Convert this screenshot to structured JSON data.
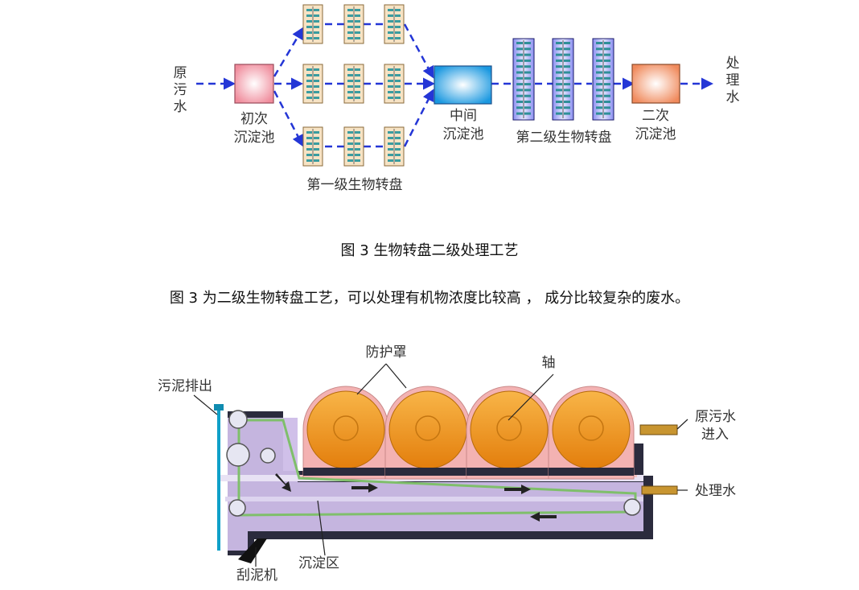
{
  "figure3": {
    "raw_water": "原污水",
    "primary_tank": [
      "初次",
      "沉淀池"
    ],
    "stage1_label": "第一级生物转盘",
    "intermediate_tank": [
      "中间",
      "沉淀池"
    ],
    "stage2_label": "第二级生物转盘",
    "secondary_tank": [
      "二次",
      "沉淀池"
    ],
    "treated_water": "处理水",
    "caption": "图 3  生物转盘二级处理工艺"
  },
  "description": "图 3 为二级生物转盘工艺，可以处理有机物浓度比较高 ， 成分比较复杂的废水。",
  "figure4": {
    "cover_label": "防护罩",
    "shaft_label": "轴",
    "sludge_out_label": "污泥排出",
    "inflow_label": [
      "原污水",
      "进入"
    ],
    "outflow_label": "处理水",
    "settling_zone_label": "沉淀区",
    "scraper_label": "刮泥机"
  },
  "colors": {
    "flow_arrow": "#2436d6",
    "primary_tank": "#f4a6b0",
    "intermediate_tank": "#2ea7e6",
    "secondary_tank": "#f6a07a",
    "disc_orange": "#f29a1c",
    "cover_pink": "#f3b2b2",
    "water_lavender": "#c9b9e6",
    "tank_dark": "#2b2b3d"
  }
}
